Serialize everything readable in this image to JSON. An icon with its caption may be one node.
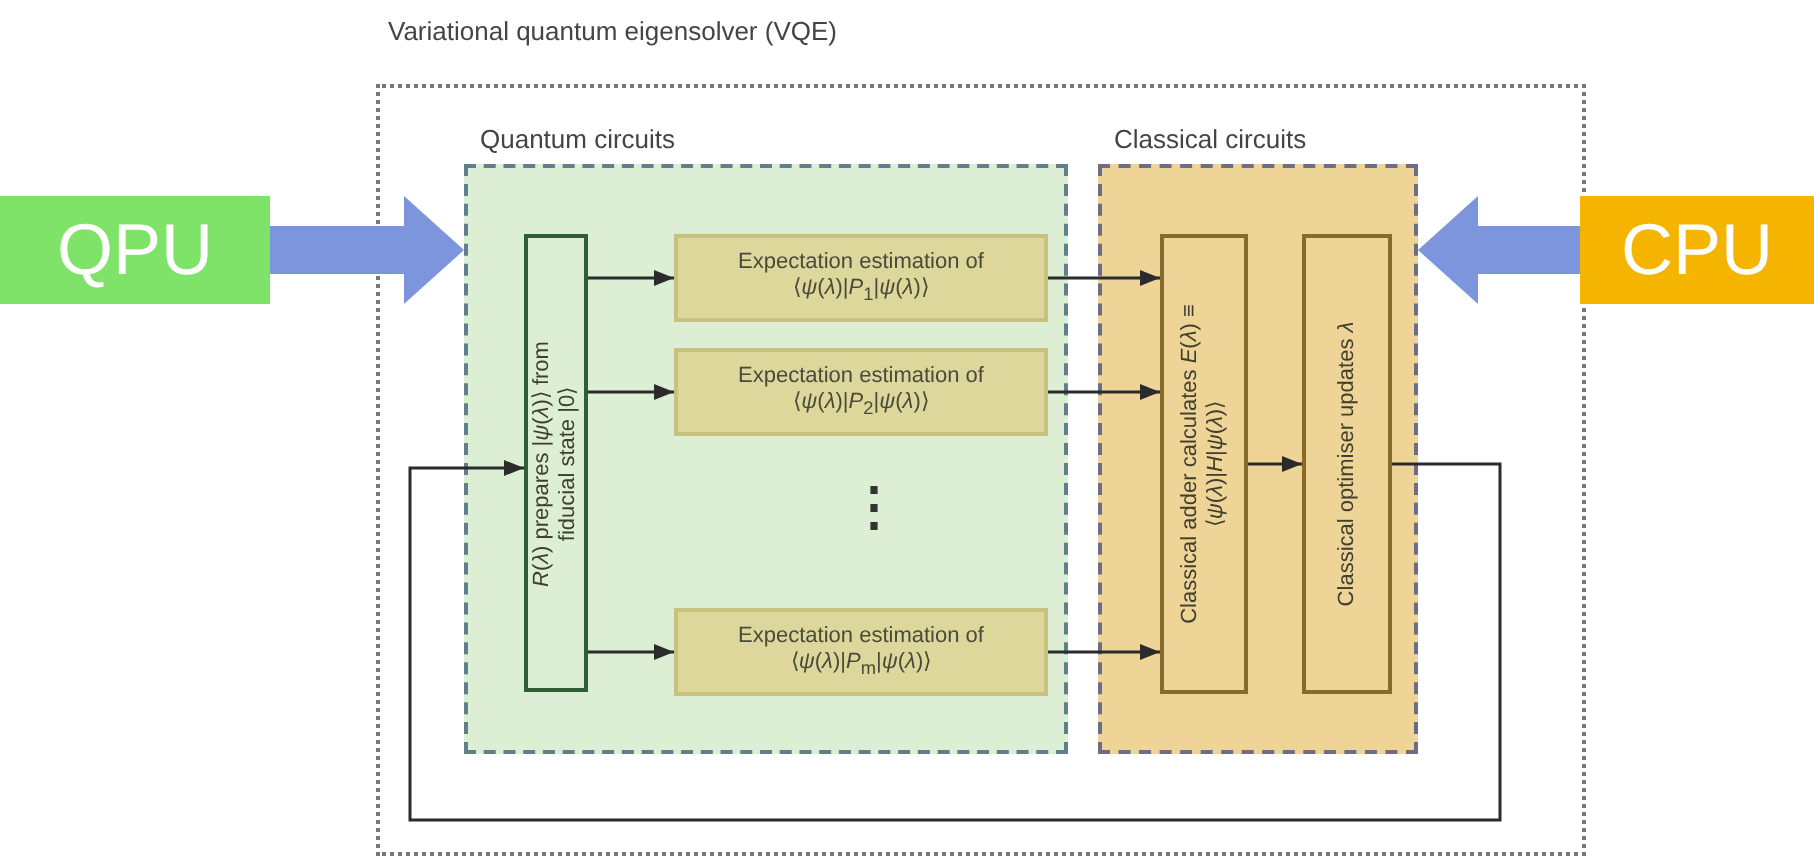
{
  "diagram": {
    "title": "Variational quantum eigensolver (VQE)",
    "nodes": [
      {
        "text": [],
        "shape": "box"
      },
      {
        "text": [
          "Quantum circuits"
        ],
        "in": 0
      },
      {
        "text": [
          "*R*(*λ*) prepares |*ψ*(*λ*)⟩ from fiducial state |0⟩"
        ],
        "in": 1
      },
      {
        "text": [
          "Expectation estimation of ⟨*ψ*(*λ*)|*P*$_{1}$|*ψ*(*λ*)⟩"
        ],
        "in": 1
      },
      {
        "text": [
          "Expectation estimation of ⟨*ψ*(*λ*)|*P*$_{2}$|*ψ*(*λ*)⟩"
        ],
        "in": 1
      },
      {
        "text": [
          "Expectation estimation of ⟨*ψ*(*λ*)|*P*$_{m}$|*ψ*(*λ*)⟩"
        ],
        "in": 1
      },
      {
        "text": [
          "Classical circuits"
        ],
        "in": 0
      },
      {
        "text": [
          "Classical adder calculates *E*(*λ*) ≡ ⟨*ψ*(*λ*)|*H*|*ψ*(*λ*)⟩"
        ],
        "in": 6
      },
      {
        "text": [
          "Classical optimiser updates *λ*"
        ],
        "in": 6
      },
      {
        "text": [
          "QPU"
        ]
      },
      {
        "text": [
          "CPU"
        ]
      }
    ],
    "edges": [
      {
        "from": 9,
        "to": 1,
        "arrow": "to",
        "style": "thick",
        "color": "#7d95dc"
      },
      {
        "from": 10,
        "to": 6,
        "arrow": "to",
        "style": "thick",
        "color": "#7d95dc"
      },
      {
        "from": 2,
        "to": 3,
        "arrow": "to"
      },
      {
        "from": 2,
        "to": 4,
        "arrow": "to"
      },
      {
        "from": 2,
        "to": 5,
        "arrow": "to"
      },
      {
        "from": 3,
        "to": 7,
        "arrow": "to"
      },
      {
        "from": 4,
        "to": 7,
        "arrow": "to"
      },
      {
        "from": 5,
        "to": 7,
        "arrow": "to"
      },
      {
        "from": 7,
        "to": 8,
        "arrow": "to"
      },
      {
        "from": 8,
        "to": 2,
        "arrow": "to"
      }
    ],
    "labels": [
      "⋮"
    ]
  }
}
